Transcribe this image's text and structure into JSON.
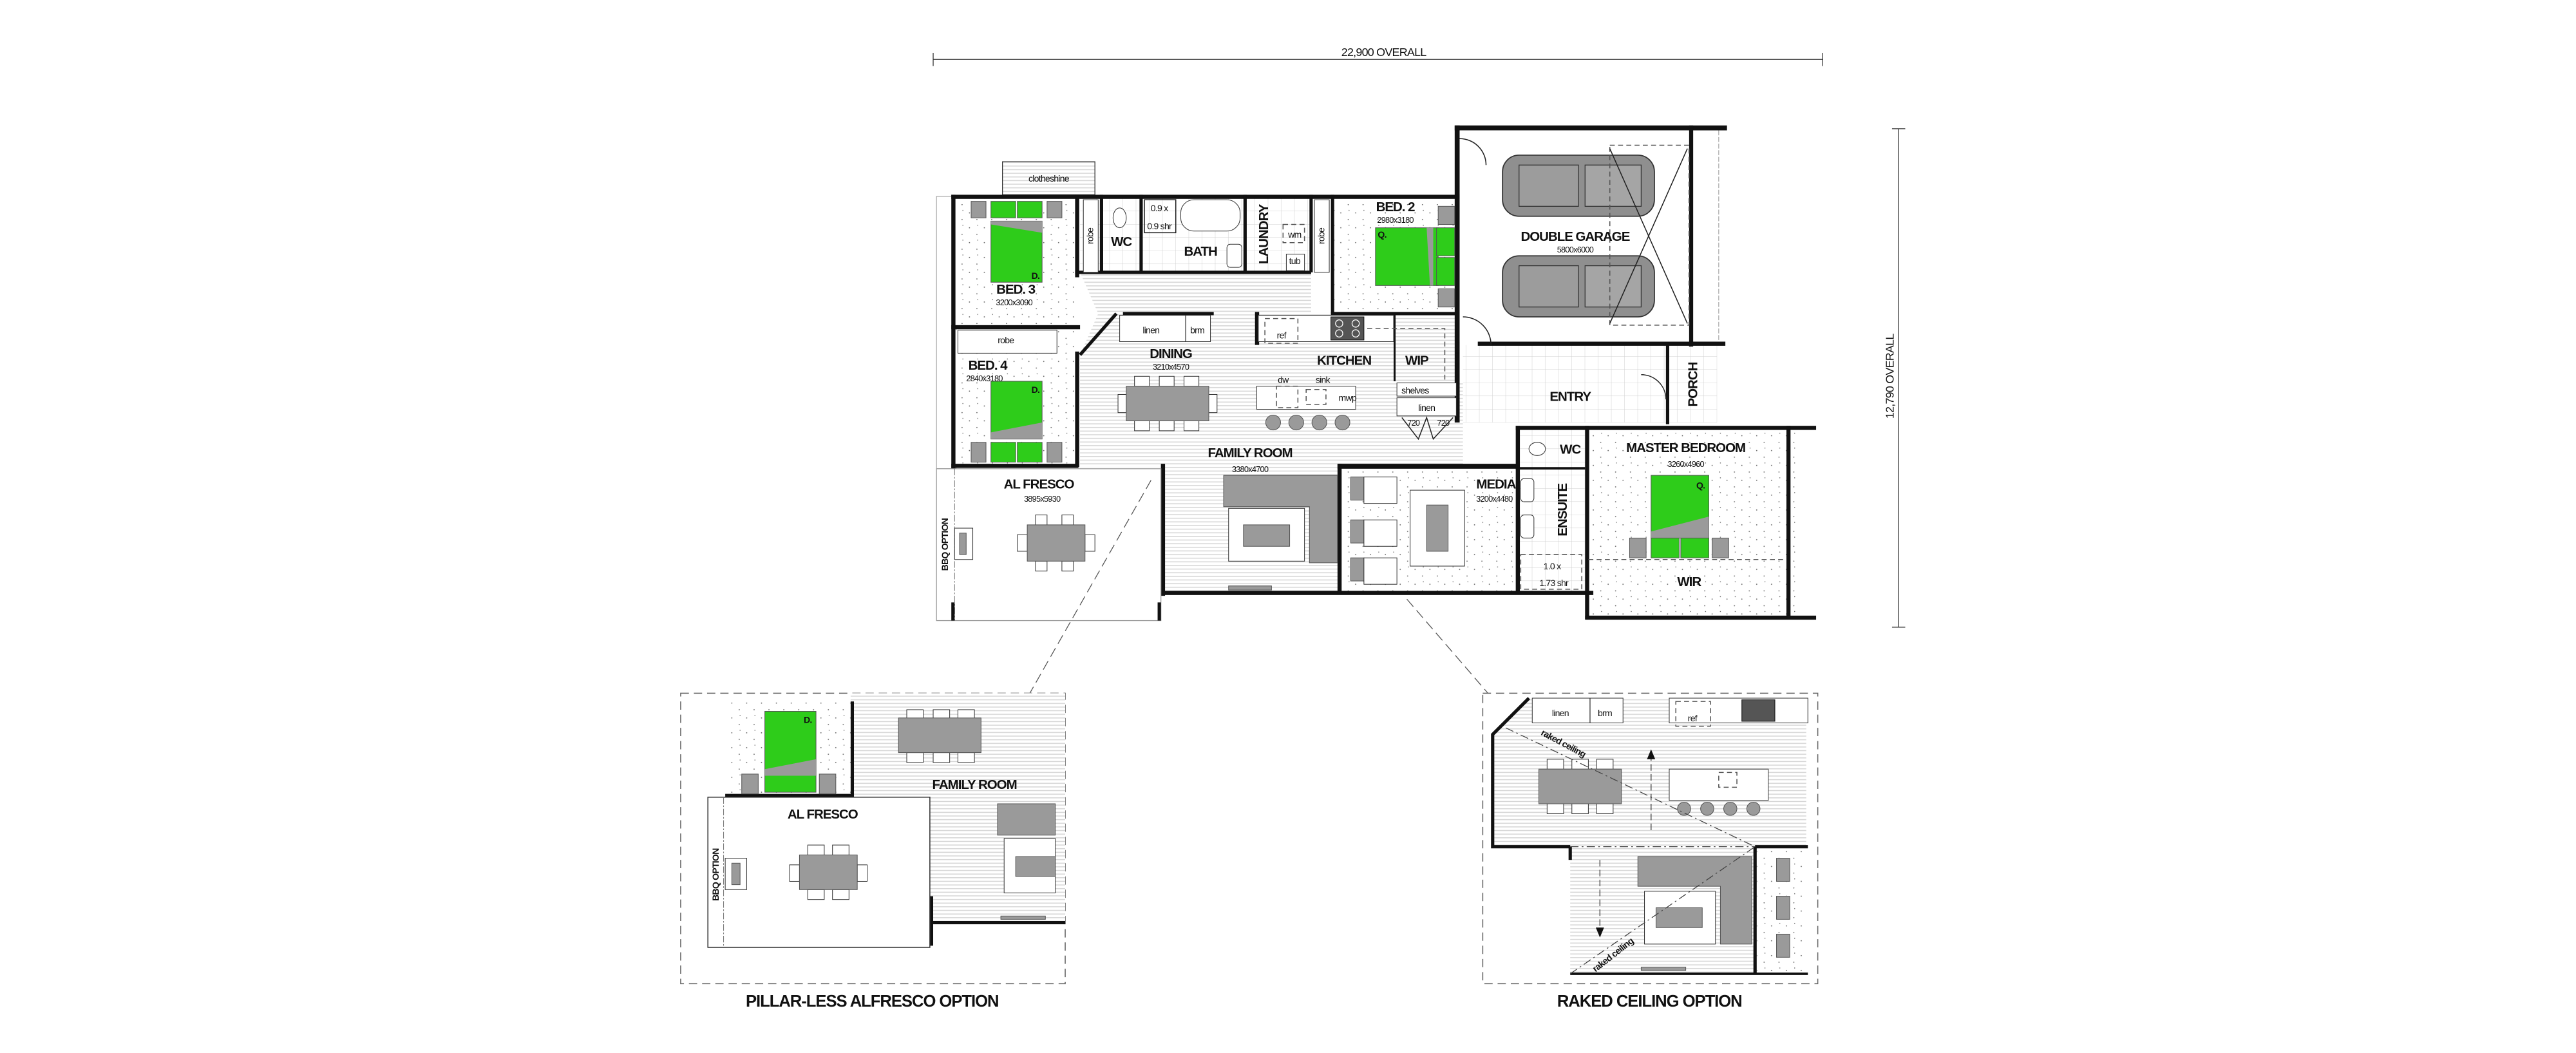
{
  "dimensions": {
    "overall_width": "22,900 OVERALL",
    "overall_depth": "12,790 OVERALL"
  },
  "rooms": {
    "bed3": {
      "label": "BED. 3",
      "size": "3200x3090"
    },
    "bed4": {
      "label": "BED. 4",
      "size": "2840x3180"
    },
    "bed2": {
      "label": "BED. 2",
      "size": "2980x3180"
    },
    "master": {
      "label": "MASTER BEDROOM",
      "size": "3260x4960"
    },
    "dining": {
      "label": "DINING",
      "size": "3210x4570"
    },
    "family": {
      "label": "FAMILY ROOM",
      "size": "3380x4700"
    },
    "media": {
      "label": "MEDIA",
      "size": "3200x4480"
    },
    "alfresco": {
      "label": "AL FRESCO",
      "size": "3895x5930"
    },
    "garage": {
      "label": "DOUBLE GARAGE",
      "size": "5800x6000"
    },
    "kitchen": {
      "label": "KITCHEN"
    },
    "wip": {
      "label": "WIP"
    },
    "entry": {
      "label": "ENTRY"
    },
    "porch": {
      "label": "PORCH"
    },
    "wc": {
      "label": "WC"
    },
    "bath": {
      "label": "BATH"
    },
    "laundry": {
      "label": "LAUNDRY"
    },
    "ensuite": {
      "label": "ENSUITE"
    },
    "ensuite_wc": {
      "label": "WC"
    },
    "wir": {
      "label": "WIR"
    }
  },
  "fixtures": {
    "clothesline": "clotheshine",
    "robe": "robe",
    "linen": "linen",
    "brm": "brm",
    "ref": "ref",
    "dw": "dw",
    "sink": "sink",
    "mwp": "mwp",
    "shelves": "shelves",
    "wm": "wm",
    "tub": "tub",
    "shower_main": {
      "line1": "0.9 x",
      "line2": "0.9 shr"
    },
    "shower_ensuite": {
      "line1": "1.0 x",
      "line2": "1.73 shr"
    },
    "door_widths": [
      "720",
      "720"
    ],
    "bed_double": "D.",
    "bed_queen": "Q.",
    "bbq": "BBQ OPTION"
  },
  "options": {
    "pillarless": {
      "title": "PILLAR-LESS ALFRESCO OPTION",
      "alfresco": "AL FRESCO",
      "family": "FAMILY ROOM",
      "bbq": "BBQ OPTION",
      "bed": "D."
    },
    "raked": {
      "title": "RAKED CEILING OPTION",
      "linen": "linen",
      "brm": "brm",
      "ref": "ref",
      "raked_label": "raked ceiling"
    }
  },
  "colors": {
    "bed_green": "#2ecc1a",
    "furniture_gray": "#9a9a9a",
    "wall": "#111111"
  }
}
